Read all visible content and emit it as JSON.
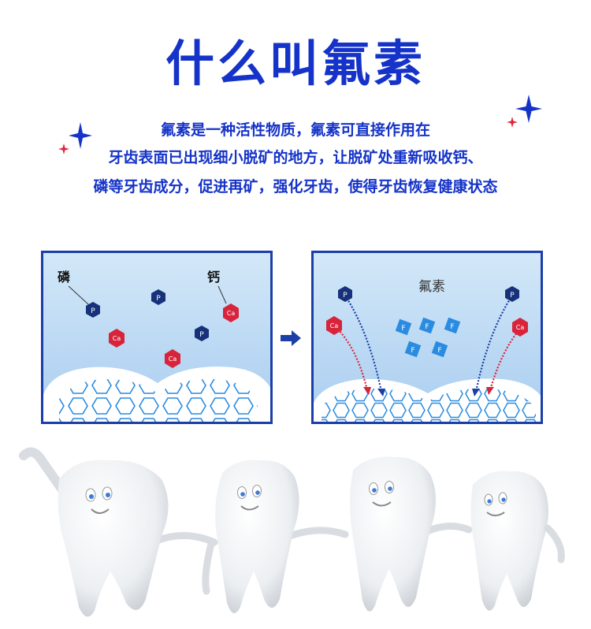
{
  "title": "什么叫氟素",
  "description": {
    "line1": "氟素是一种活性物质，氟素可直接作用在",
    "line2": "牙齿表面已出现细小脱矿的地方，让脱矿处重新吸收钙、",
    "line3": "磷等牙齿成分，促进再矿，强化牙齿，使得牙齿恢复健康状态"
  },
  "left_panel": {
    "label_phosphorus": "磷",
    "label_calcium": "钙",
    "p_symbol": "P",
    "ca_symbol": "Ca"
  },
  "right_panel": {
    "label_fluoride": "氟素",
    "f_symbol": "F",
    "p_symbol": "P",
    "ca_symbol": "Ca"
  },
  "colors": {
    "title_blue": "#1533c8",
    "phosphorus_navy": "#17317a",
    "calcium_red": "#d8243b",
    "fluoride_blue": "#2a8be0",
    "sparkle_red": "#e0243c"
  }
}
